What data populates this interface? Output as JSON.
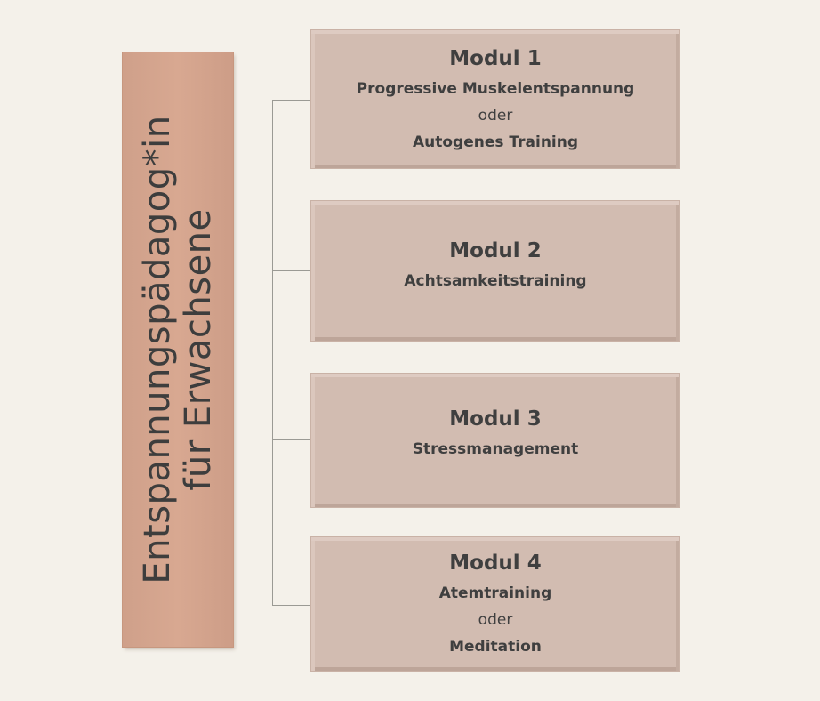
{
  "root": {
    "lines": [
      "Entspannungspädagog*in",
      "für Erwachsene"
    ]
  },
  "modules": [
    {
      "title": "Modul 1",
      "topics": [
        "Progressive Muskelentspannung",
        "Autogenes Training"
      ],
      "separator": "oder"
    },
    {
      "title": "Modul 2",
      "topics": [
        "Achtsamkeitstraining"
      ]
    },
    {
      "title": "Modul 3",
      "topics": [
        "Stressmanagement"
      ]
    },
    {
      "title": "Modul 4",
      "topics": [
        "Atemtraining",
        "Meditation"
      ],
      "separator": "oder"
    }
  ],
  "colors": {
    "background": "#f4f1ea",
    "root_box": "#d8a891",
    "module_box": "#d2bcb1",
    "text": "#3f3f3f",
    "connector": "#9a9a94"
  }
}
